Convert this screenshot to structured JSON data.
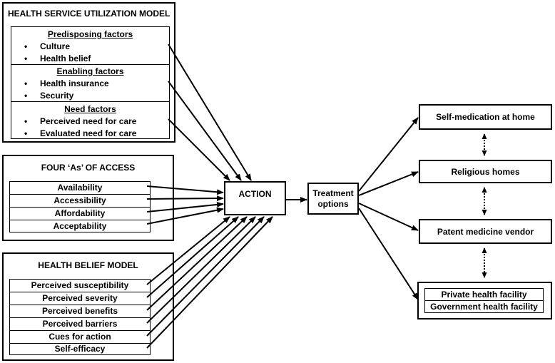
{
  "hsum": {
    "title": "HEALTH SERVICE UTILIZATION MODEL",
    "predisposing": {
      "heading": "Predisposing factors",
      "items": [
        "Culture",
        "Health belief"
      ]
    },
    "enabling": {
      "heading": "Enabling factors",
      "items": [
        "Health insurance",
        "Security"
      ]
    },
    "need": {
      "heading": "Need factors",
      "items": [
        "Perceived need for care",
        "Evaluated need for care"
      ]
    }
  },
  "access": {
    "title": "FOUR ‘As’ OF ACCESS",
    "items": [
      "Availability",
      "Accessibility",
      "Affordability",
      "Acceptability"
    ]
  },
  "hbm": {
    "title": "HEALTH BELIEF MODEL",
    "items": [
      "Perceived susceptibility",
      "Perceived severity",
      "Perceived benefits",
      "Perceived barriers",
      "Cues for action",
      "Self-efficacy"
    ]
  },
  "action": "ACTION",
  "treatment": [
    "Treatment",
    "options"
  ],
  "options": {
    "self_med": "Self-medication at home",
    "religious": "Religious homes",
    "patent": "Patent medicine vendor",
    "private": "Private health facility",
    "government": "Government health facility"
  }
}
